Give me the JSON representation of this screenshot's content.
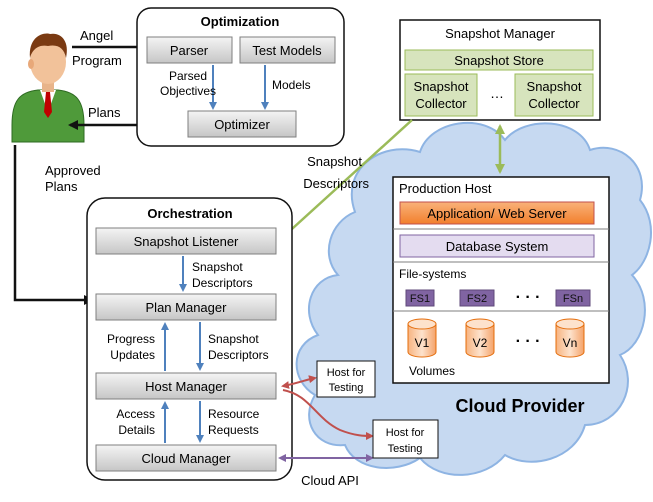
{
  "colors": {
    "grey_box_top": "#f4f4f4",
    "grey_box_bottom": "#c9c9c9",
    "orange_fill": "#f79646",
    "purple_fill": "#e4dcf0",
    "fs_fill": "#8064a2",
    "green_fill": "#d7e4bd",
    "cloud_fill": "#c6d9f1",
    "blue_arrow": "#4f81bd",
    "green_arrow": "#9bbb59",
    "red_arrow": "#c0504d",
    "purple_arrow": "#8064a2"
  },
  "user": {
    "icon": "businessman-icon",
    "inputs": [
      "Angel",
      "Program"
    ],
    "plans_label": "Plans",
    "approved_label": [
      "Approved",
      "Plans"
    ]
  },
  "optimization": {
    "title": "Optimization",
    "parser": "Parser",
    "test_models": "Test Models",
    "parsed_objectives": [
      "Parsed",
      "Objectives"
    ],
    "models_label": "Models",
    "optimizer": "Optimizer"
  },
  "snapshot_manager": {
    "title": "Snapshot Manager",
    "store": "Snapshot  Store",
    "collector": [
      "Snapshot",
      "Collector"
    ],
    "ellipsis": "…"
  },
  "snapshot_descriptors_label": [
    "Snapshot",
    "Descriptors"
  ],
  "orchestration": {
    "title": "Orchestration",
    "listener": "Snapshot Listener",
    "snap_desc_1": [
      "Snapshot",
      "Descriptors"
    ],
    "plan_manager": "Plan Manager",
    "progress_updates": [
      "Progress",
      "Updates"
    ],
    "snap_desc_2": [
      "Snapshot",
      "Descriptors"
    ],
    "host_manager": "Host Manager",
    "access_details": [
      "Access",
      "Details"
    ],
    "resource_requests": [
      "Resource",
      "Requests"
    ],
    "cloud_manager": "Cloud Manager"
  },
  "cloud_api_label": "Cloud API",
  "host_testing_1": [
    "Host for",
    "Testing"
  ],
  "host_testing_2": [
    "Host for",
    "Testing"
  ],
  "production_host": {
    "title": "Production Host",
    "app_server": "Application/ Web Server",
    "database": "Database System",
    "filesystems_label": "File-systems",
    "fs": [
      "FS1",
      "FS2",
      "FSn"
    ],
    "dots": "· · ·",
    "volumes": [
      "V1",
      "V2",
      "Vn"
    ],
    "volumes_label": "Volumes"
  },
  "cloud_provider_label": "Cloud Provider"
}
